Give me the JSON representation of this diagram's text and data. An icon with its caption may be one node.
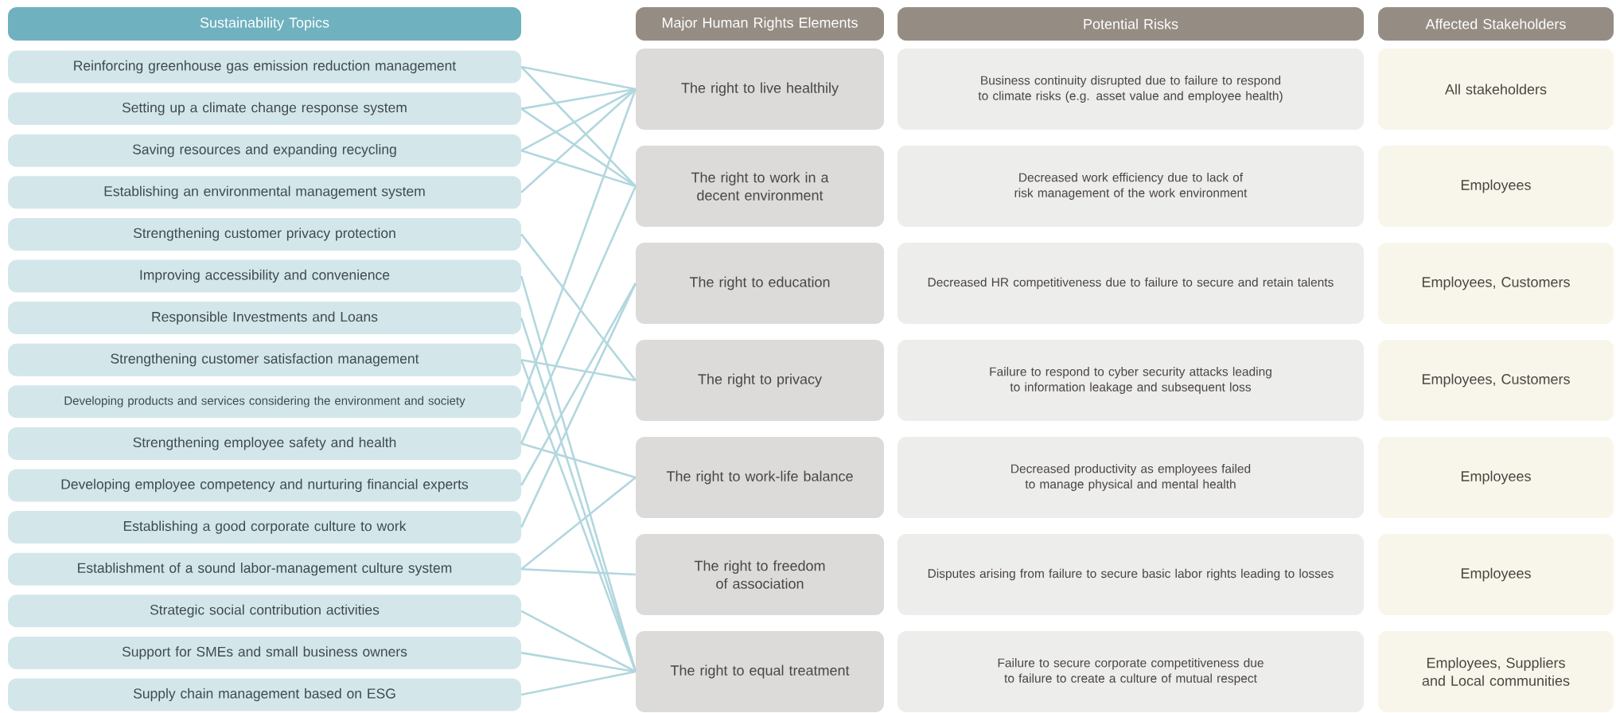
{
  "diagram": {
    "nodes": [
      {
        "text": [
          "Sustainability Topics"
        ]
      },
      {
        "text": [
          "Major Human Rights Elements"
        ]
      },
      {
        "text": [
          "Potential Risks"
        ]
      },
      {
        "text": [
          "Affected Stakeholders"
        ]
      },
      {
        "text": [
          "Reinforcing greenhouse gas emission reduction management"
        ]
      },
      {
        "text": [
          "Setting up a climate change response system"
        ]
      },
      {
        "text": [
          "Saving resources and expanding recycling"
        ]
      },
      {
        "text": [
          "Establishing an environmental management system"
        ]
      },
      {
        "text": [
          "Strengthening customer privacy protection"
        ]
      },
      {
        "text": [
          "Improving accessibility and convenience"
        ]
      },
      {
        "text": [
          "Responsible Investments and Loans"
        ]
      },
      {
        "text": [
          "Strengthening customer satisfaction management"
        ]
      },
      {
        "text": [
          "Developing products and services considering the environment and society"
        ]
      },
      {
        "text": [
          "Strengthening employee safety and health"
        ]
      },
      {
        "text": [
          "Developing employee competency and nurturing financial experts"
        ]
      },
      {
        "text": [
          "Establishing a good corporate culture to work"
        ]
      },
      {
        "text": [
          "Establishment of a sound labor-management culture system"
        ]
      },
      {
        "text": [
          "Strategic social contribution activities"
        ]
      },
      {
        "text": [
          "Support for SMEs and small business owners"
        ]
      },
      {
        "text": [
          "Supply chain management based on ESG"
        ]
      },
      {
        "text": [
          "The right to live healthily"
        ]
      },
      {
        "text": [
          "The right to work in a decent environment"
        ]
      },
      {
        "text": [
          "The right to education"
        ]
      },
      {
        "text": [
          "The right to privacy"
        ]
      },
      {
        "text": [
          "The right to work-life balance"
        ]
      },
      {
        "text": [
          "The right to freedom of association"
        ]
      },
      {
        "text": [
          "The right to equal treatment"
        ]
      },
      {
        "text": [
          "Business continuity disrupted due to failure to respond to climate risks (e.g. asset value and employee health)"
        ]
      },
      {
        "text": [
          "Decreased work efficiency due to lack of risk management of the work environment"
        ]
      },
      {
        "text": [
          "Decreased HR competitiveness due to failure to secure and retain talents"
        ]
      },
      {
        "text": [
          "Failure to respond to cyber security attacks leading to information leakage and subsequent loss"
        ]
      },
      {
        "text": [
          "Decreased productivity as employees failed to manage physical and mental health"
        ]
      },
      {
        "text": [
          "Disputes arising from failure to secure basic labor rights leading to losses"
        ]
      },
      {
        "text": [
          "Failure to secure corporate competitiveness due to failure to create a culture of mutual respect"
        ]
      },
      {
        "text": [
          "All stakeholders"
        ]
      },
      {
        "text": [
          "Employees"
        ]
      },
      {
        "text": [
          "Employees, Customers"
        ]
      },
      {
        "text": [
          "Employees, Customers"
        ]
      },
      {
        "text": [
          "Employees"
        ]
      },
      {
        "text": [
          "Employees"
        ]
      },
      {
        "text": [
          "Employees, Suppliers and Local communities"
        ]
      }
    ],
    "edges": [
      {
        "from": 4,
        "to": 20,
        "arrow": "none"
      },
      {
        "from": 4,
        "to": 21,
        "arrow": "none"
      },
      {
        "from": 5,
        "to": 20,
        "arrow": "none"
      },
      {
        "from": 5,
        "to": 21,
        "arrow": "none"
      },
      {
        "from": 6,
        "to": 20,
        "arrow": "none"
      },
      {
        "from": 6,
        "to": 21,
        "arrow": "none"
      },
      {
        "from": 7,
        "to": 20,
        "arrow": "none"
      },
      {
        "from": 8,
        "to": 23,
        "arrow": "none"
      },
      {
        "from": 9,
        "to": 26,
        "arrow": "none"
      },
      {
        "from": 10,
        "to": 26,
        "arrow": "none"
      },
      {
        "from": 11,
        "to": 23,
        "arrow": "none"
      },
      {
        "from": 11,
        "to": 26,
        "arrow": "none"
      },
      {
        "from": 12,
        "to": 20,
        "arrow": "none"
      },
      {
        "from": 13,
        "to": 21,
        "arrow": "none"
      },
      {
        "from": 13,
        "to": 24,
        "arrow": "none"
      },
      {
        "from": 14,
        "to": 22,
        "arrow": "none"
      },
      {
        "from": 15,
        "to": 22,
        "arrow": "none"
      },
      {
        "from": 16,
        "to": 24,
        "arrow": "none"
      },
      {
        "from": 16,
        "to": 25,
        "arrow": "none"
      },
      {
        "from": 17,
        "to": 26,
        "arrow": "none"
      },
      {
        "from": 18,
        "to": 26,
        "arrow": "none"
      },
      {
        "from": 19,
        "to": 26,
        "arrow": "none"
      }
    ]
  }
}
